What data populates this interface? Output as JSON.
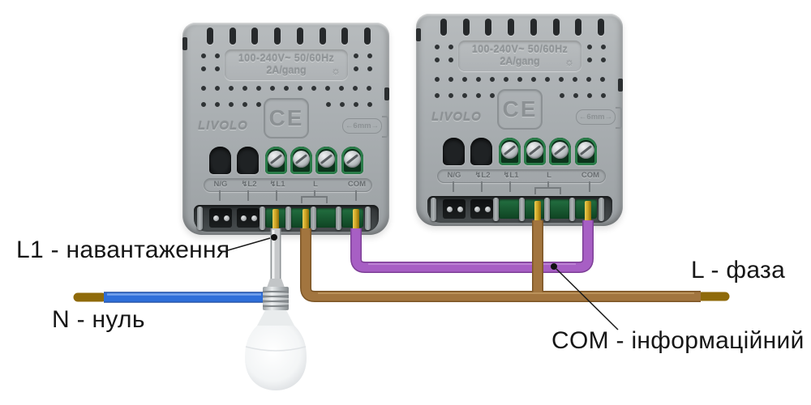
{
  "callouts": {
    "l1_load": "L1 - навантаження",
    "n_neutral": "N - нуль",
    "l_phase": "L - фаза",
    "com_info": "COM - інформаційний"
  },
  "module": {
    "brand": "LIVOLO",
    "rating_line1": "100-240V~  50/60Hz",
    "rating_line2": "2A/gang",
    "lamp_icon": "☼",
    "ce_mark": "CE",
    "gauge_label": "←6mm→",
    "terminals": [
      "N/G",
      "↯L2",
      "↯L1",
      "L",
      "COM"
    ]
  },
  "wire_colors": {
    "neutral_blue": "#2f6fd9",
    "phase_brown": "#a2753f",
    "com_purple": "#a75fc4",
    "load_gray": "#c6c8ca",
    "bare_tip_gold": "#d9a826"
  }
}
